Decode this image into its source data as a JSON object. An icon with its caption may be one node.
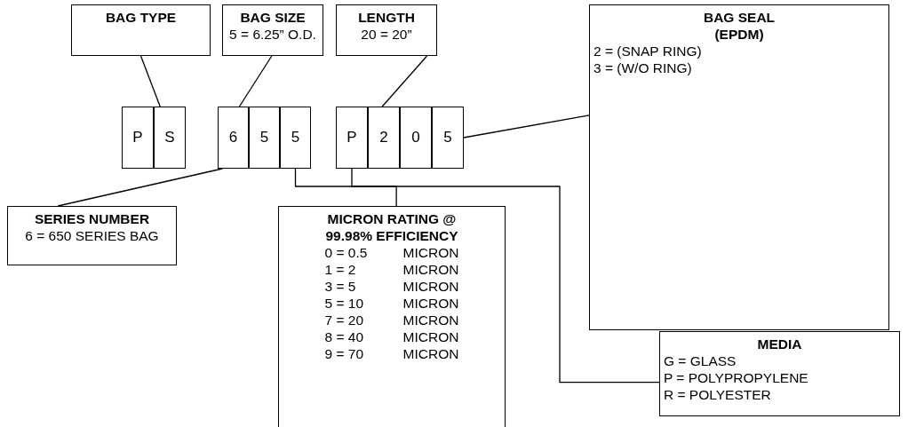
{
  "diagram": {
    "nodes": [
      {
        "text": [
          "BAG TYPE"
        ]
      },
      {
        "text": [
          "BAG SIZE",
          "5 = 6.25” O.D."
        ]
      },
      {
        "text": [
          "LENGTH",
          "20 = 20”"
        ]
      },
      {
        "text": [
          "BAG SEAL (EPDM)",
          "2 = (SNAP RING)",
          "3 = (W/O RING)"
        ]
      },
      {
        "text": [
          "P"
        ]
      },
      {
        "text": [
          "S"
        ]
      },
      {
        "text": [
          "6"
        ]
      },
      {
        "text": [
          "5"
        ]
      },
      {
        "text": [
          "5"
        ]
      },
      {
        "text": [
          "P"
        ]
      },
      {
        "text": [
          "2"
        ]
      },
      {
        "text": [
          "0"
        ]
      },
      {
        "text": [
          "5"
        ]
      },
      {
        "text": [
          "SERIES NUMBER",
          "6 = 650 SERIES BAG"
        ]
      },
      {
        "text": [
          "MICRON RATING @ 99.98% EFFICIENCY",
          "0 = 0.5",
          "MICRON",
          "1 = 2",
          "MICRON",
          "3 = 5",
          "MICRON",
          "5 = 10",
          "MICRON",
          "7 = 20",
          "MICRON",
          "8 = 40",
          "MICRON",
          "9 = 70",
          "MICRON"
        ]
      },
      {
        "text": [
          "MEDIA",
          "G = GLASS",
          "P = POLYPROPYLENE",
          "R = POLYESTER"
        ]
      }
    ],
    "edges": [
      {
        "from": 0,
        "to": 5,
        "arrow": "none"
      },
      {
        "from": 1,
        "to": 6,
        "arrow": "none"
      },
      {
        "from": 2,
        "to": 10,
        "arrow": "none"
      },
      {
        "from": 3,
        "to": 12,
        "arrow": "none"
      },
      {
        "from": 6,
        "to": 13,
        "arrow": "none"
      },
      {
        "from": 8,
        "to": 14,
        "arrow": "none"
      },
      {
        "from": 9,
        "to": 15,
        "arrow": "none"
      }
    ]
  }
}
